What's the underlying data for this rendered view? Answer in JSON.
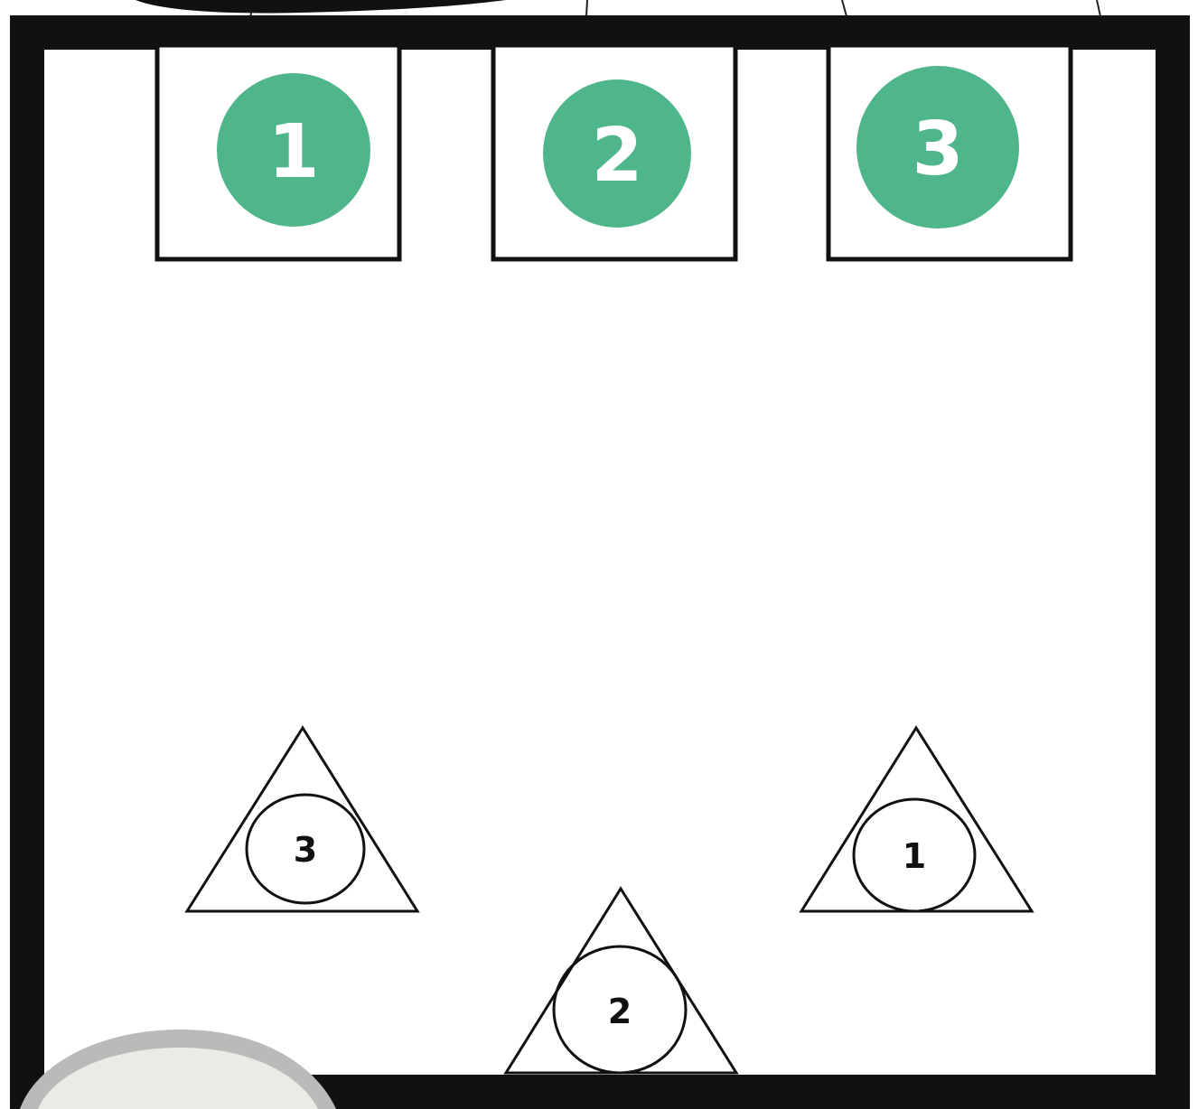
{
  "stations": [
    {
      "id": "station-1",
      "label": "1"
    },
    {
      "id": "station-2",
      "label": "2"
    },
    {
      "id": "station-3",
      "label": "3"
    }
  ],
  "seats": [
    {
      "id": "seat-3",
      "label": "3"
    },
    {
      "id": "seat-1",
      "label": "1"
    },
    {
      "id": "seat-2",
      "label": "2"
    }
  ],
  "colors": {
    "station_circle": "#4fb58a",
    "outline": "#111111",
    "background": "#ffffff"
  }
}
